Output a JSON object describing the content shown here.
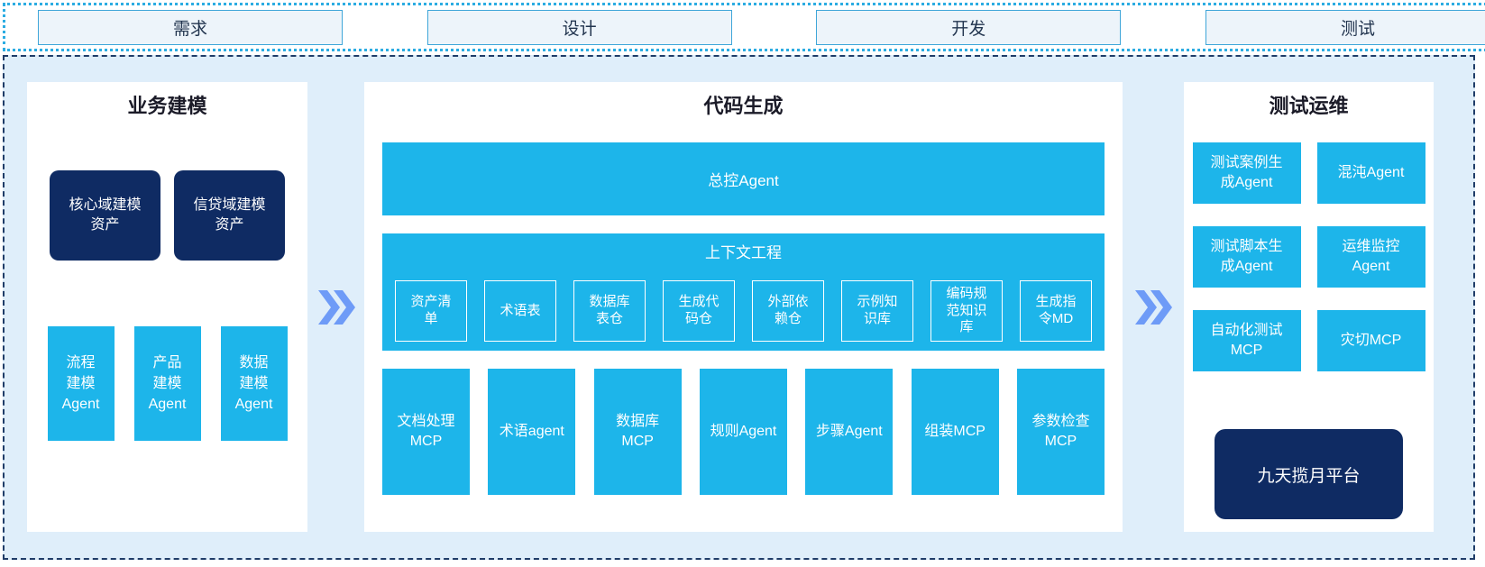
{
  "stages": [
    "需求",
    "设计",
    "开发",
    "测试"
  ],
  "left_panel": {
    "title": "业务建模",
    "assets": [
      "核心域建模\n资产",
      "信贷域建模\n资产"
    ],
    "agents": [
      "流程\n建模\nAgent",
      "产品\n建模\nAgent",
      "数据\n建模\nAgent"
    ]
  },
  "middle_panel": {
    "title": "代码生成",
    "master_agent": "总控Agent",
    "context": {
      "title": "上下文工程",
      "items": [
        "资产清\n单",
        "术语表",
        "数据库\n表仓",
        "生成代\n码仓",
        "外部依\n赖仓",
        "示例知\n识库",
        "编码规\n范知识\n库",
        "生成指\n令MD"
      ]
    },
    "mcp_row": [
      "文档处理\nMCP",
      "术语agent",
      "数据库\nMCP",
      "规则Agent",
      "步骤Agent",
      "组装MCP",
      "参数检查\nMCP"
    ]
  },
  "right_panel": {
    "title": "测试运维",
    "boxes": [
      "测试案例生\n成Agent",
      "混沌Agent",
      "测试脚本生\n成Agent",
      "运维监控\nAgent",
      "自动化测试\nMCP",
      "灾切MCP"
    ],
    "platform": "九天揽月平台"
  },
  "colors": {
    "cyan": "#1DB5EA",
    "navy": "#0F2B63",
    "container_bg": "#DFEEFA",
    "stage_fill": "#EDF4FA",
    "stage_border": "#3FA6D9",
    "strip_dotted_border": "#2BACE2",
    "container_dashed_border": "#1F3C68",
    "arrow": "#6E9BF7"
  }
}
